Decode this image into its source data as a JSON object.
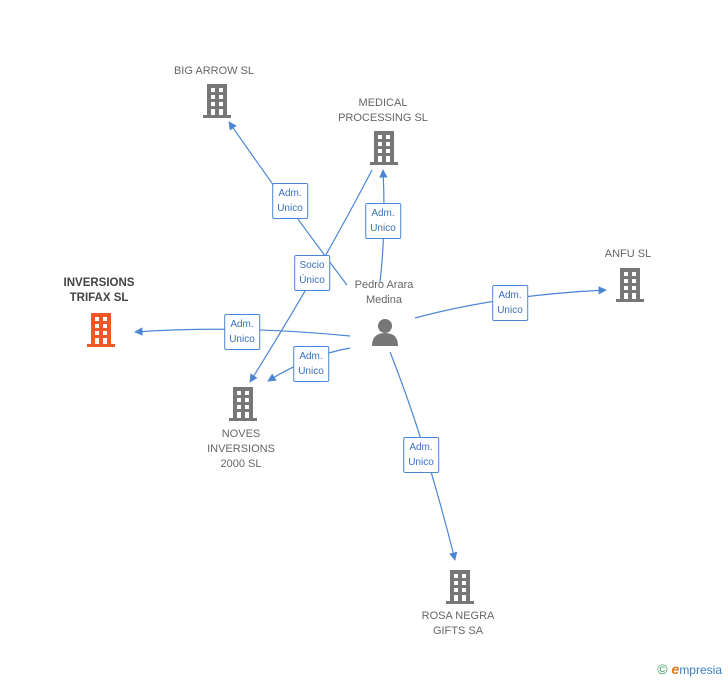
{
  "colors": {
    "edge": "#4a86d4",
    "building": "#777777",
    "building_highlight": "#f0582a"
  },
  "person": {
    "name": "Pedro Arara\nMedina",
    "icon": "person-icon"
  },
  "companies": {
    "big_arrow": {
      "name": "BIG ARROW SL",
      "icon": "building-icon"
    },
    "medical": {
      "name": "MEDICAL\nPROCESSING SL",
      "icon": "building-icon"
    },
    "anfu": {
      "name": "ANFU SL",
      "icon": "building-icon"
    },
    "inversions": {
      "name": "INVERSIONS\nTRIFAX SL",
      "icon": "building-icon"
    },
    "noves": {
      "name": "NOVES\nINVERSIONS\n2000 SL",
      "icon": "building-icon"
    },
    "rosa": {
      "name": "ROSA NEGRA\nGIFTS SA",
      "icon": "building-icon"
    }
  },
  "relations": {
    "big_arrow": "Adm.\nUnico",
    "medical": "Adm.\nUnico",
    "noves_socio": "Socio\nÚnico",
    "anfu": "Adm.\nUnico",
    "inversions": "Adm.\nUnico",
    "noves": "Adm.\nUnico",
    "rosa": "Adm.\nUnico"
  },
  "brand": {
    "copyright": "©",
    "initial": "e",
    "name": "mpresia"
  }
}
